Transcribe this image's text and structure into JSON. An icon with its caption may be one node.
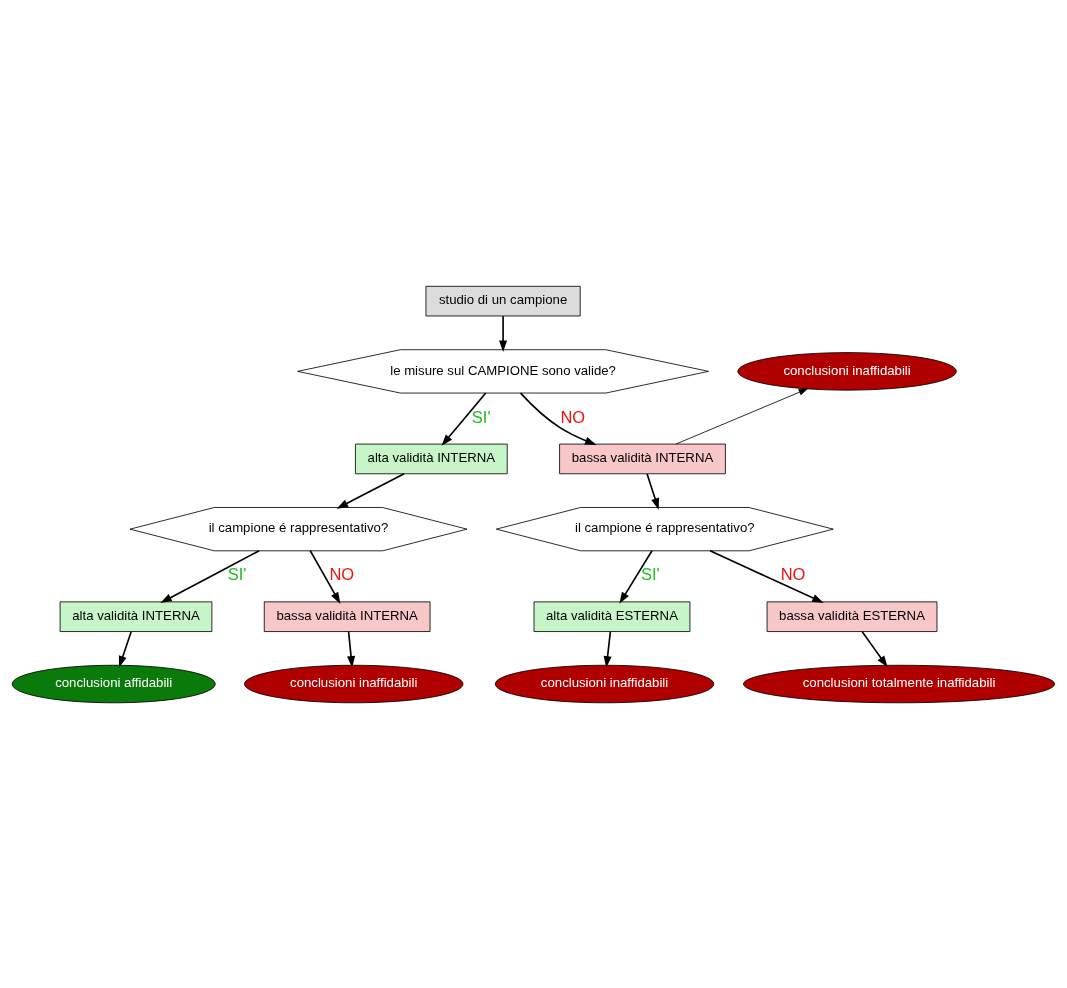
{
  "diagram": {
    "nodes": [
      {
        "text": [
          "studio di un campione"
        ]
      },
      {
        "text": [
          "le misure sul CAMPIONE sono valide?"
        ]
      },
      {
        "text": [
          "conclusioni inaffidabili"
        ]
      },
      {
        "text": [
          "alta validità INTERNA"
        ]
      },
      {
        "text": [
          "bassa validità INTERNA"
        ]
      },
      {
        "text": [
          "il campione é rappresentativo?"
        ]
      },
      {
        "text": [
          "il campione é rappresentativo?"
        ]
      },
      {
        "text": [
          "alta validità INTERNA"
        ]
      },
      {
        "text": [
          "bassa validità INTERNA"
        ]
      },
      {
        "text": [
          "alta validità ESTERNA"
        ]
      },
      {
        "text": [
          "bassa validità ESTERNA"
        ]
      },
      {
        "text": [
          "conclusioni affidabili"
        ]
      },
      {
        "text": [
          "conclusioni inaffidabili"
        ]
      },
      {
        "text": [
          "conclusioni inaffidabili"
        ]
      },
      {
        "text": [
          "conclusioni totalmente inaffidabili"
        ]
      }
    ],
    "edges": [
      {
        "from": 0,
        "to": 1,
        "arrow": "to"
      },
      {
        "from": 1,
        "to": 3,
        "arrow": "to",
        "label": "SI'"
      },
      {
        "from": 1,
        "to": 4,
        "arrow": "to",
        "label": "NO"
      },
      {
        "from": 4,
        "to": 2,
        "arrow": "to"
      },
      {
        "from": 3,
        "to": 5,
        "arrow": "to"
      },
      {
        "from": 4,
        "to": 6,
        "arrow": "to"
      },
      {
        "from": 5,
        "to": 7,
        "arrow": "to",
        "label": "SI'"
      },
      {
        "from": 5,
        "to": 8,
        "arrow": "to",
        "label": "NO"
      },
      {
        "from": 6,
        "to": 9,
        "arrow": "to",
        "label": "SI'"
      },
      {
        "from": 6,
        "to": 10,
        "arrow": "to",
        "label": "NO"
      },
      {
        "from": 7,
        "to": 11,
        "arrow": "to"
      },
      {
        "from": 8,
        "to": 12,
        "arrow": "to"
      },
      {
        "from": 9,
        "to": 13,
        "arrow": "to"
      },
      {
        "from": 10,
        "to": 14,
        "arrow": "to"
      }
    ]
  }
}
